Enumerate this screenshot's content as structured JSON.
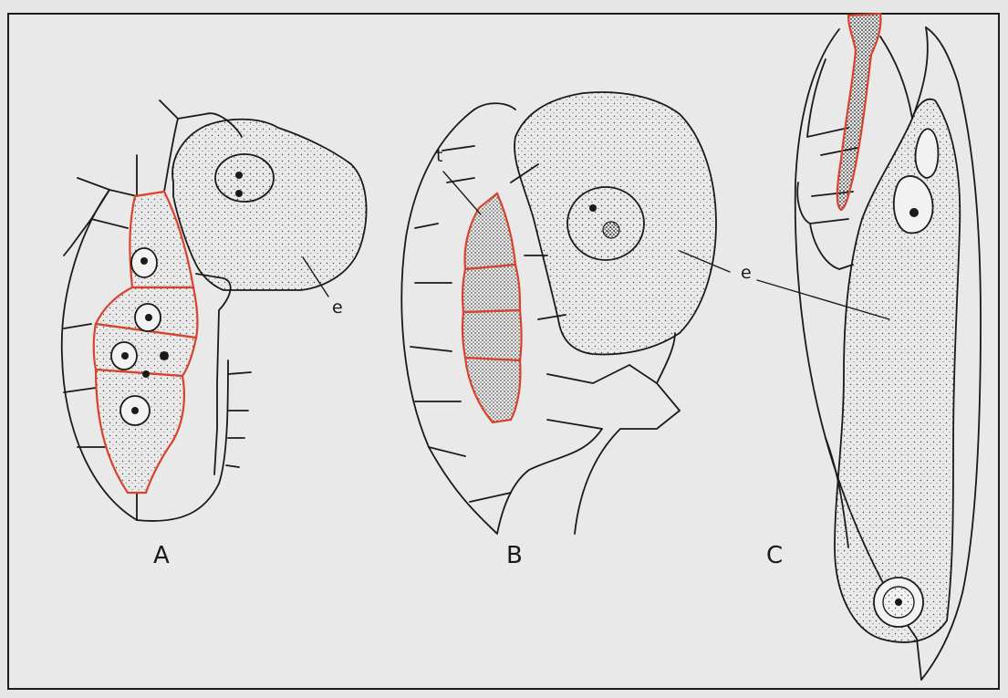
{
  "figure": {
    "panels": [
      {
        "id": "A",
        "label": "A"
      },
      {
        "id": "B",
        "label": "B"
      },
      {
        "id": "C",
        "label": "C"
      }
    ],
    "annotations": {
      "e_a": "e",
      "t_b": "t",
      "e_b": "e"
    },
    "colors": {
      "outline": "#1a1a1a",
      "highlight": "#d8432e",
      "background": "#e9e9e9",
      "frame": "#1e1e1e"
    }
  }
}
